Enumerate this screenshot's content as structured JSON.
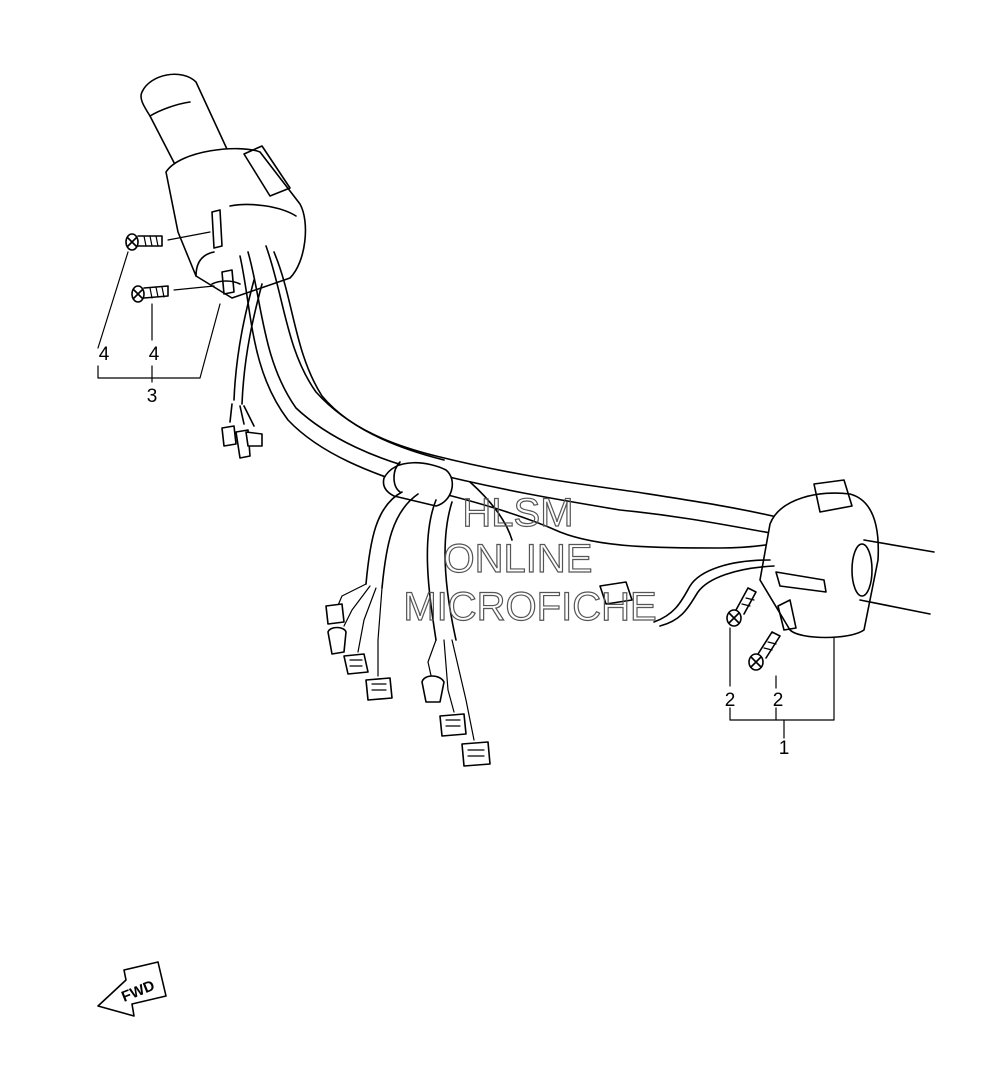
{
  "diagram": {
    "callouts": [
      {
        "id": "callout-1",
        "text": "1"
      },
      {
        "id": "callout-2a",
        "text": "2"
      },
      {
        "id": "callout-2b",
        "text": "2"
      },
      {
        "id": "callout-3",
        "text": "3"
      },
      {
        "id": "callout-4a",
        "text": "4"
      },
      {
        "id": "callout-4b",
        "text": "4"
      }
    ],
    "direction_arrow": {
      "text": "FWD"
    }
  },
  "watermark": {
    "line1": "HLSM",
    "line2": "ONLINE",
    "line3": "MICROFICHE"
  }
}
